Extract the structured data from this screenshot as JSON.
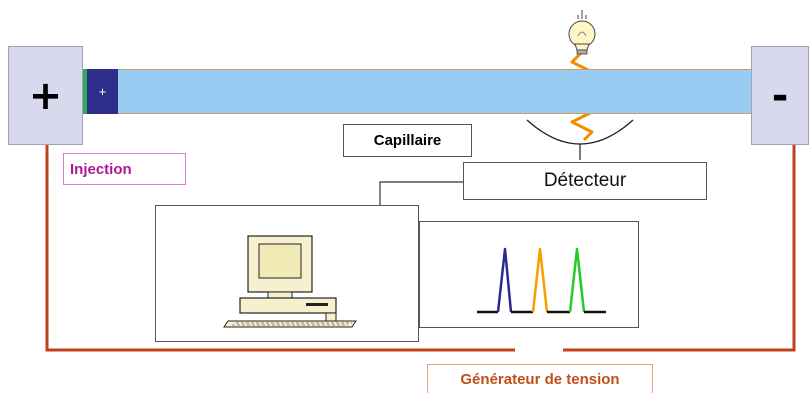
{
  "electrodes": {
    "positive": {
      "symbol": "+"
    },
    "negative": {
      "symbol": "-"
    }
  },
  "capillary": {
    "label": "Capillaire",
    "sample_plug_symbol": "+"
  },
  "injection": {
    "label": "Injection"
  },
  "detector": {
    "label": "Détecteur"
  },
  "generator": {
    "label": "Générateur de tension"
  },
  "icons": [
    "light-bulb-icon",
    "computer-icon",
    "electropherogram-peaks-icon"
  ],
  "colors": {
    "capillary_fill": "#99ccf3",
    "capillary_border": "#c8a060",
    "sample_plug": "#2e2e8a",
    "plug_edge": "#33aa55",
    "circuit_wire": "#c0401a",
    "injection_text": "#b0169a",
    "generator_text": "#c0501a",
    "light_spring": "#f28c00",
    "peak_1": "#2a2a8a",
    "peak_2": "#f5a000",
    "peak_3": "#22cc22"
  }
}
